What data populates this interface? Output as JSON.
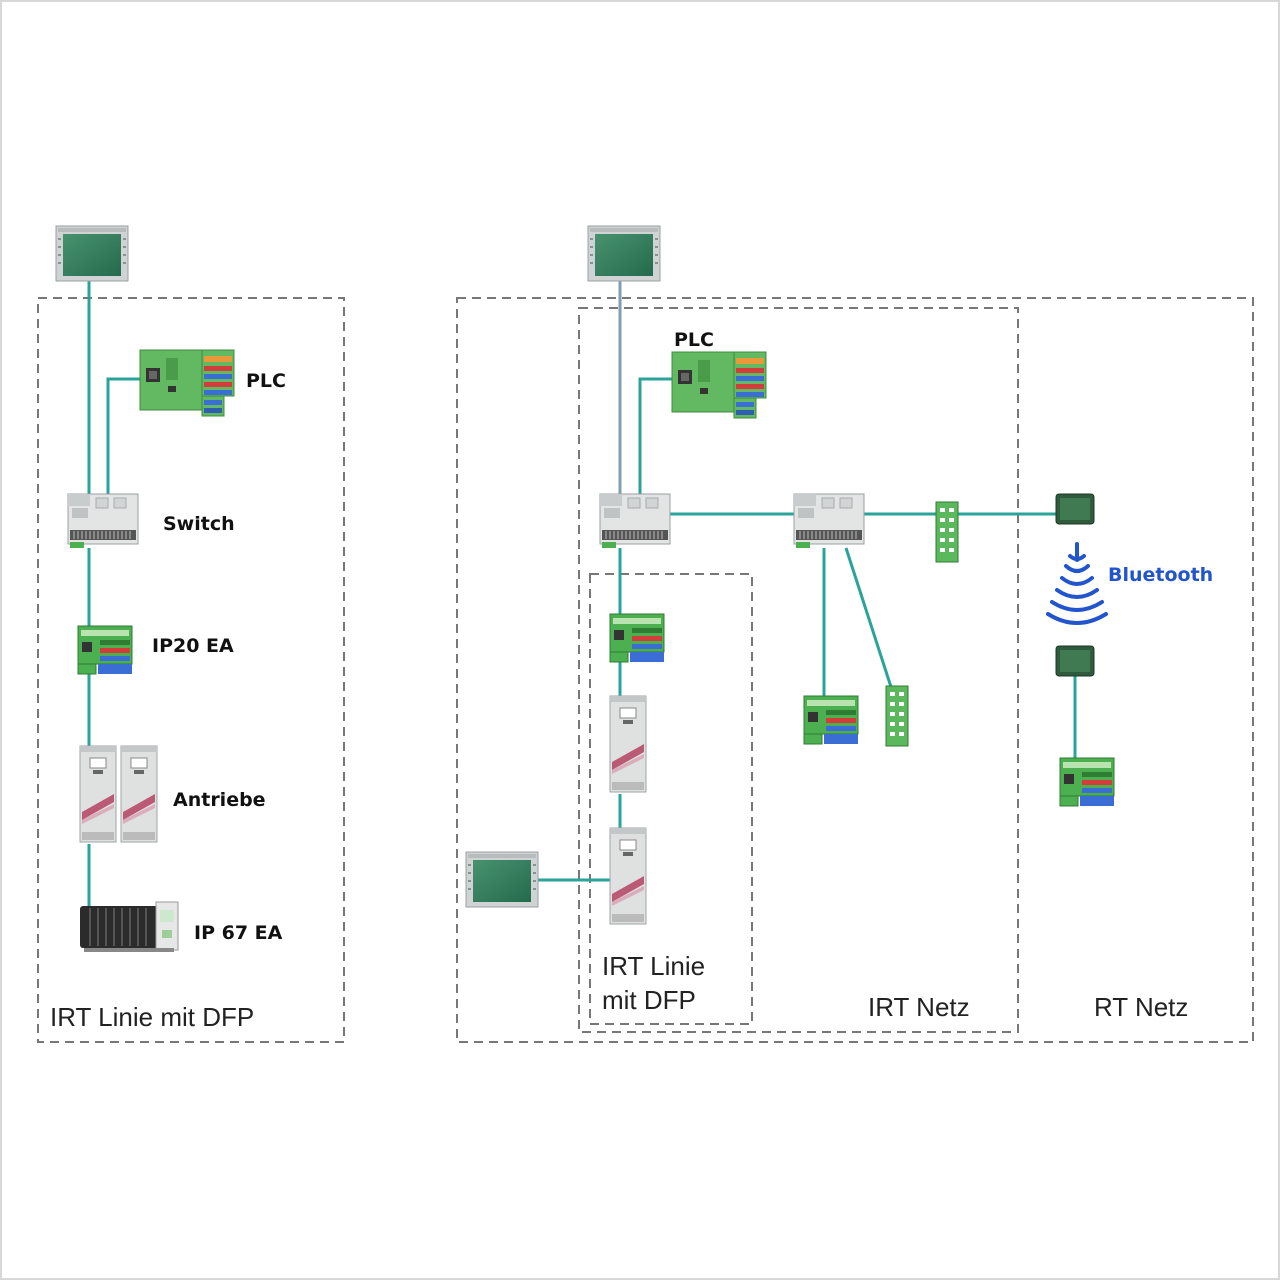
{
  "labels": {
    "left_plc": "PLC",
    "left_switch": "Switch",
    "left_ip20": "IP20 EA",
    "left_drives": "Antriebe",
    "left_ip67": "IP 67 EA",
    "left_zone": "IRT Linie mit DFP",
    "right_plc": "PLC",
    "bluetooth": "Bluetooth",
    "inner_zone_line1": "IRT Linie",
    "inner_zone_line2": "mit DFP",
    "irt_netz": "IRT Netz",
    "rt_netz": "RT Netz"
  },
  "colors": {
    "cable": "#2aa39a",
    "cable_alt": "#7f9fb0",
    "zone_border": "#777777",
    "bluetooth": "#2255cc",
    "module_green": "#5cb85c"
  }
}
